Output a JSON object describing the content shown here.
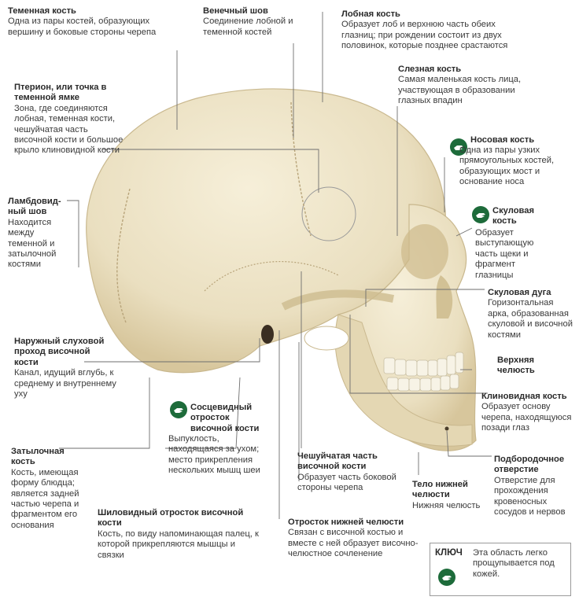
{
  "labels": [
    {
      "id": "parietal",
      "title": "Теменная кость",
      "desc": "Одна из пары костей, образующих вершину и боковые стороны черепа"
    },
    {
      "id": "coronal",
      "title": "Венечный шов",
      "desc": "Соединение лобной и теменной костей"
    },
    {
      "id": "frontal",
      "title": "Лобная кость",
      "desc": "Образует лоб и верхнюю часть обеих глазниц; при рождении состоит из двух половинок, которые позднее срастаются"
    },
    {
      "id": "lacrimal",
      "title": "Слезная кость",
      "desc": "Самая маленькая кость лица, участвующая в образовании глазных впадин"
    },
    {
      "id": "pterion",
      "title": "Птерион, или точка в теменной ямке",
      "desc": "Зона, где соединяются лобная, теменная кости, чешуйчатая часть височной кости и большое крыло клиновидной кости"
    },
    {
      "id": "nasal",
      "title": "Носовая кость",
      "desc": "Одна из пары узких прямоугольных костей, образующих мост и основание носа"
    },
    {
      "id": "lambdoid",
      "title": "Ламбдовид-ный шов",
      "desc": "Находится между теменной и затылочной костями"
    },
    {
      "id": "zygomatic",
      "title": "Скуловая кость",
      "desc": "Образует выступающую часть щеки и фрагмент глазницы"
    },
    {
      "id": "arch",
      "title": "Скуловая дуга",
      "desc": "Горизонтальная арка, образованная скуловой и височной костями"
    },
    {
      "id": "meatus",
      "title": "Наружный слуховой проход височной кости",
      "desc": "Канал, идущий вглубь, к среднему и внутреннему уху"
    },
    {
      "id": "maxilla",
      "title": "Верхняя челюсть",
      "desc": ""
    },
    {
      "id": "mastoid",
      "title": "Сосцевидный отросток височной кости",
      "desc": "Выпуклость, находящаяся за ухом; место прикрепления нескольких мышц шеи"
    },
    {
      "id": "sphenoid",
      "title": "Клиновидная кость",
      "desc": "Образует основу черепа, находящуюся позади глаз"
    },
    {
      "id": "occipital",
      "title": "Затылочная кость",
      "desc": "Кость, имеющая форму блюдца; является задней частью черепа и фрагментом его основания"
    },
    {
      "id": "squamous",
      "title": "Чешуйчатая часть височной кости",
      "desc": "Образует часть боковой стороны черепа"
    },
    {
      "id": "mandible",
      "title": "Тело нижней челюсти",
      "desc": "Нижняя челюсть"
    },
    {
      "id": "mental",
      "title": "Подбородочное отверстие",
      "desc": "Отверстие для прохождения кровеносных сосудов и нервов"
    },
    {
      "id": "styloid",
      "title": "Шиловидный отросток височной кости",
      "desc": "Кость, по виду напоминающая палец, к которой прикрепляются мышцы и связки"
    },
    {
      "id": "condyle",
      "title": "Отросток нижней челюсти",
      "desc": "Связан с височной костью и вместе с ней образует височно-челюстное сочленение"
    }
  ],
  "key": {
    "title": "КЛЮЧ",
    "text": "Эта область легко прощупывается под кожей.",
    "icon": "palpable-hand-icon",
    "icon_color": "#1d6b3a"
  },
  "colors": {
    "bone": "#eee3c6",
    "bone_shadow": "#d9c9a0",
    "line": "#6e6e6e"
  }
}
